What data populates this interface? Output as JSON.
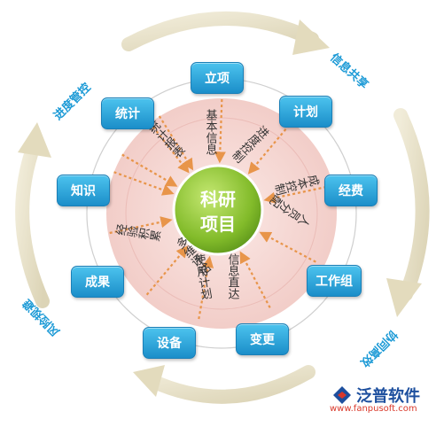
{
  "center": {
    "line1": "科研",
    "line2": "项目"
  },
  "nodes": {
    "lixiang": "立项",
    "jihua": "计划",
    "jingfei": "经费",
    "gongzuozu": "工作组",
    "biangeng": "变更",
    "shebei": "设备",
    "chengguo": "成果",
    "zhishi": "知识",
    "tongji": "统计"
  },
  "spokes": {
    "jibenxinxi": "基本信息",
    "jinduguankong": "进度控制",
    "chengbenkongzhi": "成本控制",
    "renyuanfenpei": "人员分配",
    "xinxizhida": "信息直达",
    "shiyongjihua": "使用计划",
    "duoweipingjia": "多维评估",
    "jingyanjilei": "经验积累",
    "tongjibaobiao": "统计报表"
  },
  "outer": {
    "top_left": "进度管控",
    "top_right": "信息共享",
    "bottom_left": "风险规避",
    "bottom_right": "协同高效"
  },
  "brand": {
    "name": "泛普软件",
    "url": "www.fanpusoft.com"
  },
  "colors": {
    "node": "#29a6df",
    "center": "#8cc63f",
    "spoke_disc": "#f6d6d2",
    "outer_ring": "#ede7d2",
    "outer_text": "#1c9ad6",
    "arrow": "#e8954a"
  }
}
